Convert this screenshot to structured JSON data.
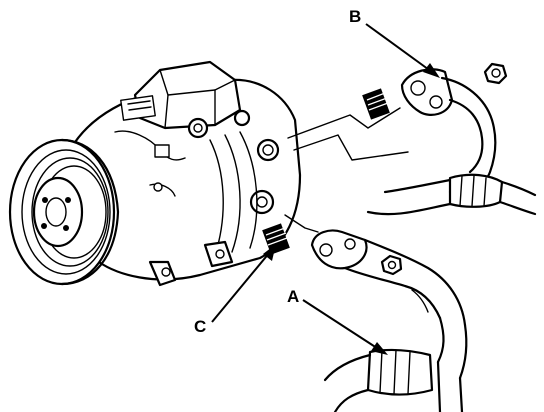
{
  "callouts": {
    "a": "A",
    "b": "B",
    "c": "C"
  },
  "colors": {
    "line": "#000000",
    "background": "#ffffff"
  }
}
